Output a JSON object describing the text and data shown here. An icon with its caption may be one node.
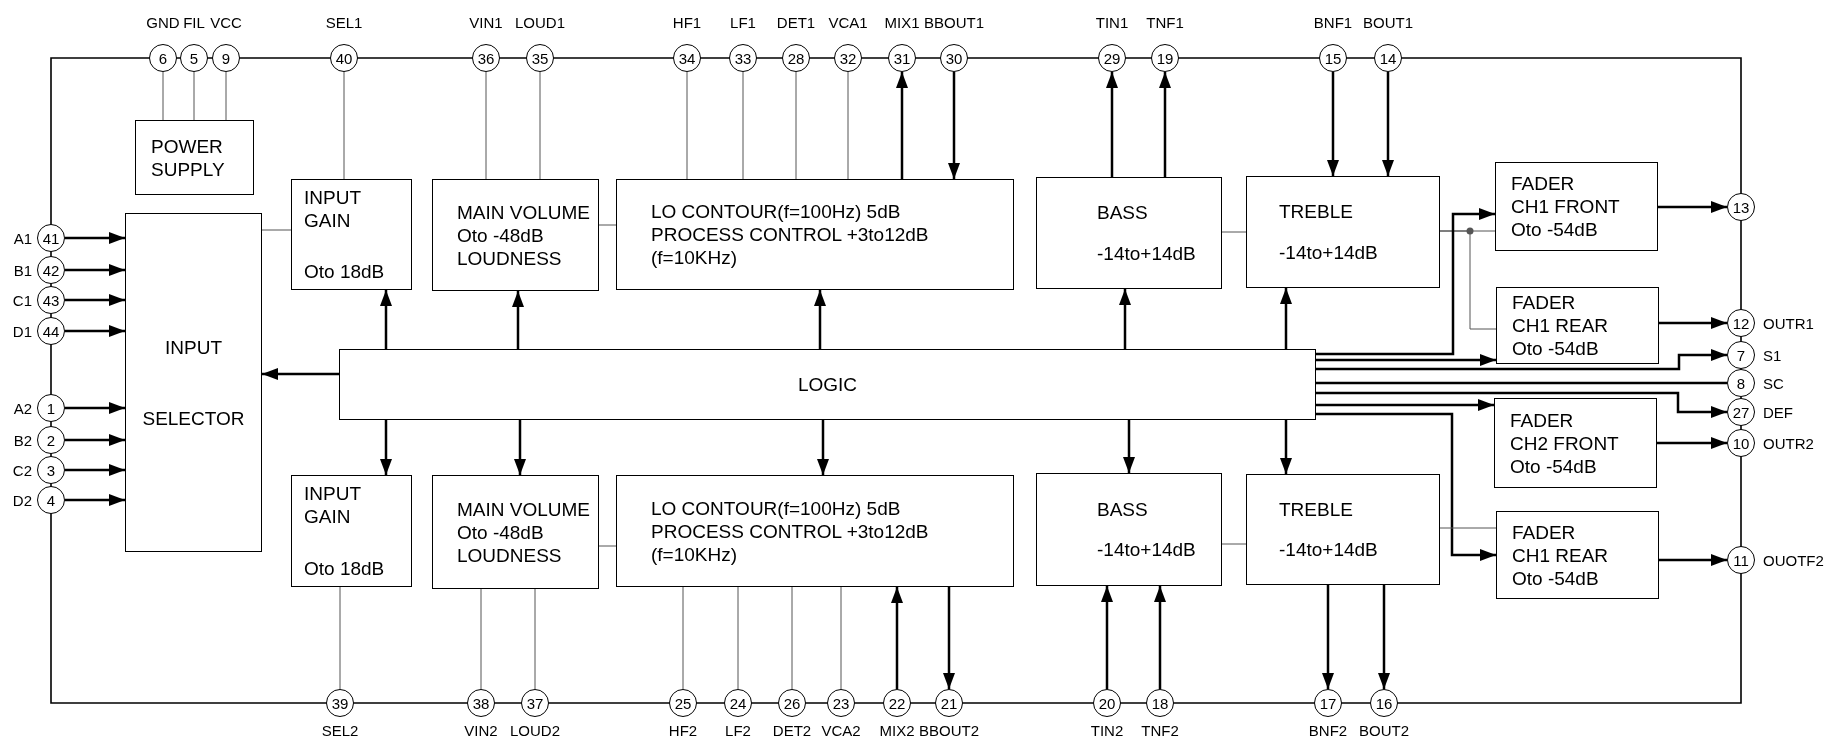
{
  "diagram": {
    "nodes": [
      {
        "text": [
          "6"
        ],
        "beside": [
          "GND"
        ]
      },
      {
        "text": [
          "5"
        ],
        "beside": [
          "FIL"
        ]
      },
      {
        "text": [
          "9"
        ],
        "beside": [
          "VCC"
        ]
      },
      {
        "text": [
          "40"
        ],
        "beside": [
          "SEL1"
        ]
      },
      {
        "text": [
          "36"
        ],
        "beside": [
          "VIN1"
        ]
      },
      {
        "text": [
          "35"
        ],
        "beside": [
          "LOUD1"
        ]
      },
      {
        "text": [
          "34"
        ],
        "beside": [
          "HF1"
        ]
      },
      {
        "text": [
          "33"
        ],
        "beside": [
          "LF1"
        ]
      },
      {
        "text": [
          "28"
        ],
        "beside": [
          "DET1"
        ]
      },
      {
        "text": [
          "32"
        ],
        "beside": [
          "VCA1"
        ]
      },
      {
        "text": [
          "31"
        ],
        "beside": [
          "MIX1"
        ]
      },
      {
        "text": [
          "30"
        ],
        "beside": [
          "BBOUT1"
        ]
      },
      {
        "text": [
          "29"
        ],
        "beside": [
          "TIN1"
        ]
      },
      {
        "text": [
          "19"
        ],
        "beside": [
          "TNF1"
        ]
      },
      {
        "text": [
          "15"
        ],
        "beside": [
          "BNF1"
        ]
      },
      {
        "text": [
          "14"
        ],
        "beside": [
          "BOUT1"
        ]
      },
      {
        "text": [
          "POWER SUPPLY"
        ]
      },
      {
        "text": [
          "INPUT GAIN",
          "Oto 18dB"
        ]
      },
      {
        "text": [
          "MAIN VOLUME",
          "Oto -48dB",
          "LOUDNESS"
        ]
      },
      {
        "text": [
          "LO CONTOUR(f=100Hz) 5dB",
          "PROCESS CONTROL +3to12dB",
          "(f=10KHz)"
        ]
      },
      {
        "text": [
          "BASS",
          "-14to+14dB"
        ]
      },
      {
        "text": [
          "TREBLE",
          "-14to+14dB"
        ]
      },
      {
        "text": [
          "FADER",
          "CH1 FRONT",
          "Oto -54dB"
        ]
      },
      {
        "text": [
          "13"
        ]
      },
      {
        "text": [
          "41"
        ],
        "beside": [
          "A1"
        ]
      },
      {
        "text": [
          "42"
        ],
        "beside": [
          "B1"
        ]
      },
      {
        "text": [
          "43"
        ],
        "beside": [
          "C1"
        ]
      },
      {
        "text": [
          "44"
        ],
        "beside": [
          "D1"
        ]
      },
      {
        "text": [
          "INPUT",
          "SELECTOR"
        ]
      },
      {
        "text": [
          "FADER",
          "CH1 REAR",
          "Oto -54dB"
        ]
      },
      {
        "text": [
          "12"
        ],
        "beside": [
          "OUTR1"
        ]
      },
      {
        "text": [
          "7"
        ],
        "beside": [
          "S1"
        ]
      },
      {
        "text": [
          "LOGIC"
        ]
      },
      {
        "text": [
          "8"
        ],
        "beside": [
          "SC"
        ]
      },
      {
        "text": [
          "27"
        ],
        "beside": [
          "DEF"
        ]
      },
      {
        "text": [
          "1"
        ],
        "beside": [
          "A2"
        ]
      },
      {
        "text": [
          "2"
        ],
        "beside": [
          "B2"
        ]
      },
      {
        "text": [
          "3"
        ],
        "beside": [
          "C2"
        ]
      },
      {
        "text": [
          "4"
        ],
        "beside": [
          "D2"
        ]
      },
      {
        "text": [
          "FADER",
          "CH2 FRONT",
          "Oto -54dB"
        ]
      },
      {
        "text": [
          "10"
        ],
        "beside": [
          "OUTR2"
        ]
      },
      {
        "text": [
          "INPUT GAIN",
          "Oto 18dB"
        ]
      },
      {
        "text": [
          "MAIN VOLUME",
          "Oto -48dB",
          "LOUDNESS"
        ]
      },
      {
        "text": [
          "LO CONTOUR(f=100Hz) 5dB",
          "PROCESS CONTROL +3to12dB",
          "(f=10KHz)"
        ]
      },
      {
        "text": [
          "BASS",
          "-14to+14dB"
        ]
      },
      {
        "text": [
          "TREBLE",
          "-14to+14dB"
        ]
      },
      {
        "text": [
          "FADER",
          "CH1 REAR",
          "Oto -54dB"
        ]
      },
      {
        "text": [
          "11"
        ],
        "beside": [
          "OUOTF2"
        ]
      },
      {
        "text": [
          "39"
        ],
        "beside": [
          "SEL2"
        ]
      },
      {
        "text": [
          "38"
        ],
        "beside": [
          "VIN2"
        ]
      },
      {
        "text": [
          "37"
        ],
        "beside": [
          "LOUD2"
        ]
      },
      {
        "text": [
          "25"
        ],
        "beside": [
          "HF2"
        ]
      },
      {
        "text": [
          "24"
        ],
        "beside": [
          "LF2"
        ]
      },
      {
        "text": [
          "26"
        ],
        "beside": [
          "DET2"
        ]
      },
      {
        "text": [
          "23"
        ],
        "beside": [
          "VCA2"
        ]
      },
      {
        "text": [
          "22"
        ],
        "beside": [
          "MIX2"
        ]
      },
      {
        "text": [
          "21"
        ],
        "beside": [
          "BBOUT2"
        ]
      },
      {
        "text": [
          "20"
        ],
        "beside": [
          "TIN2"
        ]
      },
      {
        "text": [
          "18"
        ],
        "beside": [
          "TNF2"
        ]
      },
      {
        "text": [
          "17"
        ],
        "beside": [
          "BNF2"
        ]
      },
      {
        "text": [
          "16"
        ],
        "beside": [
          "BOUT2"
        ]
      }
    ],
    "edges": [
      {
        "from": 0,
        "to": 16,
        "arrow": "none",
        "color": "#555555"
      },
      {
        "from": 1,
        "to": 16,
        "arrow": "none",
        "color": "#555555"
      },
      {
        "from": 2,
        "to": 16,
        "arrow": "none",
        "color": "#555555"
      },
      {
        "from": 3,
        "to": 17,
        "arrow": "none",
        "color": "#555555"
      },
      {
        "from": 4,
        "to": 18,
        "arrow": "none",
        "color": "#555555"
      },
      {
        "from": 5,
        "to": 18,
        "arrow": "none",
        "color": "#555555"
      },
      {
        "from": 6,
        "to": 19,
        "arrow": "none",
        "color": "#555555"
      },
      {
        "from": 7,
        "to": 19,
        "arrow": "none",
        "color": "#555555"
      },
      {
        "from": 8,
        "to": 19,
        "arrow": "none",
        "color": "#555555"
      },
      {
        "from": 9,
        "to": 19,
        "arrow": "none",
        "color": "#555555"
      },
      {
        "from": 19,
        "to": 10,
        "arrow": "to"
      },
      {
        "from": 11,
        "to": 19,
        "arrow": "to"
      },
      {
        "from": 20,
        "to": 12,
        "arrow": "to"
      },
      {
        "from": 20,
        "to": 13,
        "arrow": "to"
      },
      {
        "from": 14,
        "to": 21,
        "arrow": "to"
      },
      {
        "from": 15,
        "to": 21,
        "arrow": "to"
      },
      {
        "from": 28,
        "to": 17,
        "arrow": "none",
        "color": "#555555"
      },
      {
        "from": 18,
        "to": 19,
        "arrow": "none",
        "color": "#555555"
      },
      {
        "from": 20,
        "to": 21,
        "arrow": "none",
        "color": "#555555"
      },
      {
        "from": 21,
        "to": 22,
        "arrow": "none",
        "color": "#555555"
      },
      {
        "from": 21,
        "to": 29,
        "arrow": "none",
        "color": "#555555"
      },
      {
        "from": 22,
        "to": 23,
        "arrow": "to"
      },
      {
        "from": 24,
        "to": 28,
        "arrow": "to"
      },
      {
        "from": 25,
        "to": 28,
        "arrow": "to"
      },
      {
        "from": 26,
        "to": 28,
        "arrow": "to"
      },
      {
        "from": 27,
        "to": 28,
        "arrow": "to"
      },
      {
        "from": 35,
        "to": 28,
        "arrow": "to"
      },
      {
        "from": 36,
        "to": 28,
        "arrow": "to"
      },
      {
        "from": 37,
        "to": 28,
        "arrow": "to"
      },
      {
        "from": 38,
        "to": 28,
        "arrow": "to"
      },
      {
        "from": 29,
        "to": 30,
        "arrow": "to"
      },
      {
        "from": 32,
        "to": 28,
        "arrow": "to"
      },
      {
        "from": 32,
        "to": 17,
        "arrow": "to"
      },
      {
        "from": 32,
        "to": 18,
        "arrow": "to"
      },
      {
        "from": 32,
        "to": 19,
        "arrow": "to"
      },
      {
        "from": 32,
        "to": 20,
        "arrow": "to"
      },
      {
        "from": 32,
        "to": 21,
        "arrow": "to"
      },
      {
        "from": 32,
        "to": 22,
        "arrow": "to"
      },
      {
        "from": 32,
        "to": 29,
        "arrow": "to"
      },
      {
        "from": 32,
        "to": 31,
        "arrow": "to"
      },
      {
        "from": 32,
        "to": 33,
        "arrow": "none"
      },
      {
        "from": 32,
        "to": 34,
        "arrow": "to"
      },
      {
        "from": 32,
        "to": 39,
        "arrow": "to"
      },
      {
        "from": 32,
        "to": 46,
        "arrow": "to"
      },
      {
        "from": 32,
        "to": 41,
        "arrow": "to"
      },
      {
        "from": 32,
        "to": 42,
        "arrow": "to"
      },
      {
        "from": 32,
        "to": 43,
        "arrow": "to"
      },
      {
        "from": 32,
        "to": 44,
        "arrow": "to"
      },
      {
        "from": 32,
        "to": 45,
        "arrow": "to"
      },
      {
        "from": 39,
        "to": 40,
        "arrow": "to"
      },
      {
        "from": 45,
        "to": 46,
        "arrow": "none",
        "color": "#555555"
      },
      {
        "from": 46,
        "to": 47,
        "arrow": "to"
      },
      {
        "from": 41,
        "to": 48,
        "arrow": "none",
        "color": "#555555"
      },
      {
        "from": 42,
        "to": 49,
        "arrow": "none",
        "color": "#555555"
      },
      {
        "from": 42,
        "to": 50,
        "arrow": "none",
        "color": "#555555"
      },
      {
        "from": 42,
        "to": 43,
        "arrow": "none",
        "color": "#555555"
      },
      {
        "from": 43,
        "to": 51,
        "arrow": "none",
        "color": "#555555"
      },
      {
        "from": 43,
        "to": 52,
        "arrow": "none",
        "color": "#555555"
      },
      {
        "from": 43,
        "to": 53,
        "arrow": "none",
        "color": "#555555"
      },
      {
        "from": 43,
        "to": 54,
        "arrow": "none",
        "color": "#555555"
      },
      {
        "from": 55,
        "to": 43,
        "arrow": "to"
      },
      {
        "from": 43,
        "to": 56,
        "arrow": "to"
      },
      {
        "from": 57,
        "to": 44,
        "arrow": "to"
      },
      {
        "from": 58,
        "to": 44,
        "arrow": "to"
      },
      {
        "from": 44,
        "to": 45,
        "arrow": "none",
        "color": "#555555"
      },
      {
        "from": 45,
        "to": 59,
        "arrow": "to"
      },
      {
        "from": 45,
        "to": 60,
        "arrow": "to"
      }
    ]
  }
}
